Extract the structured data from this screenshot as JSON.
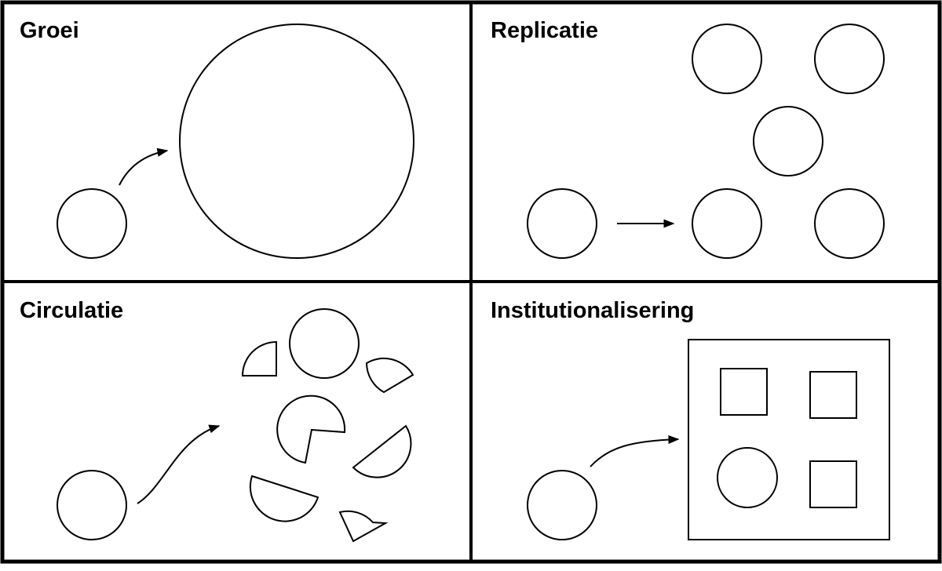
{
  "panels": {
    "growth": {
      "title": "Groei"
    },
    "replication": {
      "title": "Replicatie"
    },
    "circulation": {
      "title": "Circulatie"
    },
    "institutionalization": {
      "title": "Institutionalisering"
    }
  },
  "colors": {
    "stroke": "#000000",
    "background": "#ffffff"
  }
}
